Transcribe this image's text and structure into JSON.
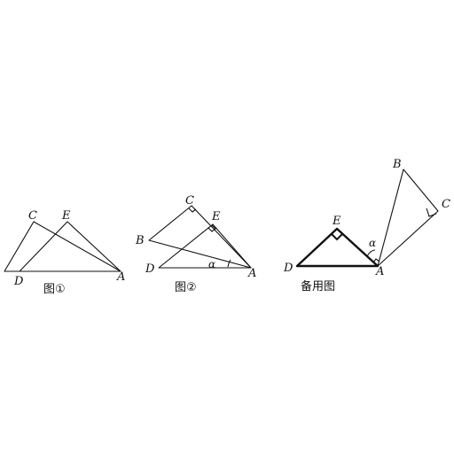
{
  "figure1": {
    "labels": {
      "C": "C",
      "E": "E",
      "D": "D",
      "A": "A"
    },
    "caption": "图①"
  },
  "figure2": {
    "labels": {
      "C": "C",
      "E": "E",
      "B": "B",
      "D": "D",
      "A": "A",
      "alpha": "α"
    },
    "caption": "图②"
  },
  "figure3": {
    "labels": {
      "E": "E",
      "D": "D",
      "A": "A",
      "B": "B",
      "C": "C",
      "alpha": "α"
    },
    "caption": "备用图"
  }
}
